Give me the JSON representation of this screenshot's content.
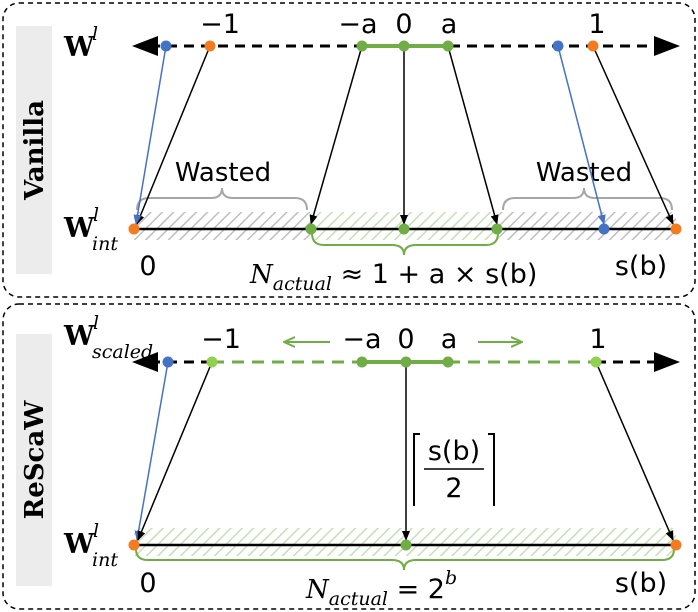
{
  "panels": {
    "vanilla": {
      "label": "Vanilla",
      "weight_top": {
        "base": "W",
        "sup": "l"
      },
      "weight_bottom": {
        "base": "W",
        "sup": "l",
        "sub": "int"
      },
      "ticks": {
        "neg_one": "−1",
        "neg_a": "−a",
        "zero": "0",
        "a": "a",
        "one": "1"
      },
      "wasted_left": "Wasted",
      "wasted_right": "Wasted",
      "bottom_left": "0",
      "bottom_right": "s(b)",
      "n_actual": {
        "base": "N",
        "sub": "actual",
        "rest": " ≈ 1 + a × s(b)"
      }
    },
    "rescaw": {
      "label": "ReScaW",
      "weight_top": {
        "base": "W",
        "sup": "l",
        "sub": "scaled"
      },
      "weight_bottom": {
        "base": "W",
        "sup": "l",
        "sub": "int"
      },
      "ticks": {
        "neg_one": "−1",
        "neg_a": "−a",
        "zero": "0",
        "a": "a",
        "one": "1"
      },
      "ceil_label": {
        "num": "s(b)",
        "den": "2"
      },
      "bottom_left": "0",
      "bottom_right": "s(b)",
      "n_actual": {
        "base": "N",
        "sub": "actual",
        "rest": " = 2",
        "sup": "b"
      }
    }
  },
  "colors": {
    "orange": "#f47b20",
    "green": "#70ad47",
    "light_green": "#92d050",
    "blue": "#4472c4",
    "gray": "#a6a6a6",
    "label_bg": "#ececec"
  }
}
